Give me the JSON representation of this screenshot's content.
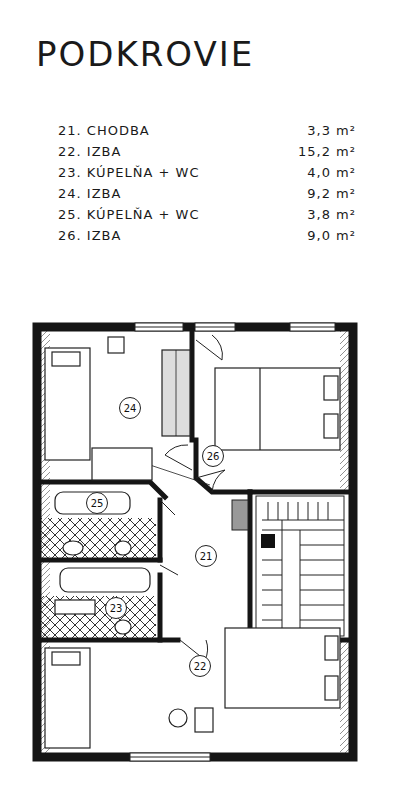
{
  "diagram": {
    "title": "PODKROVIE",
    "nodes": [
      {
        "text": [
          "24"
        ]
      },
      {
        "text": [
          "26"
        ]
      },
      {
        "text": [
          "25"
        ]
      },
      {
        "text": [
          "21"
        ]
      },
      {
        "text": [
          "23"
        ]
      },
      {
        "text": [
          "22"
        ]
      }
    ],
    "labels": [
      "21. CHODBA",
      "3,3 m²",
      "22. IZBA",
      "15,2 m²",
      "23. KÚPELŇA + WC",
      "4,0 m²",
      "24. IZBA",
      "9,2 m²",
      "25. KÚPELŇA + WC",
      "3,8 m²",
      "26. IZBA",
      "9,0 m²"
    ]
  }
}
